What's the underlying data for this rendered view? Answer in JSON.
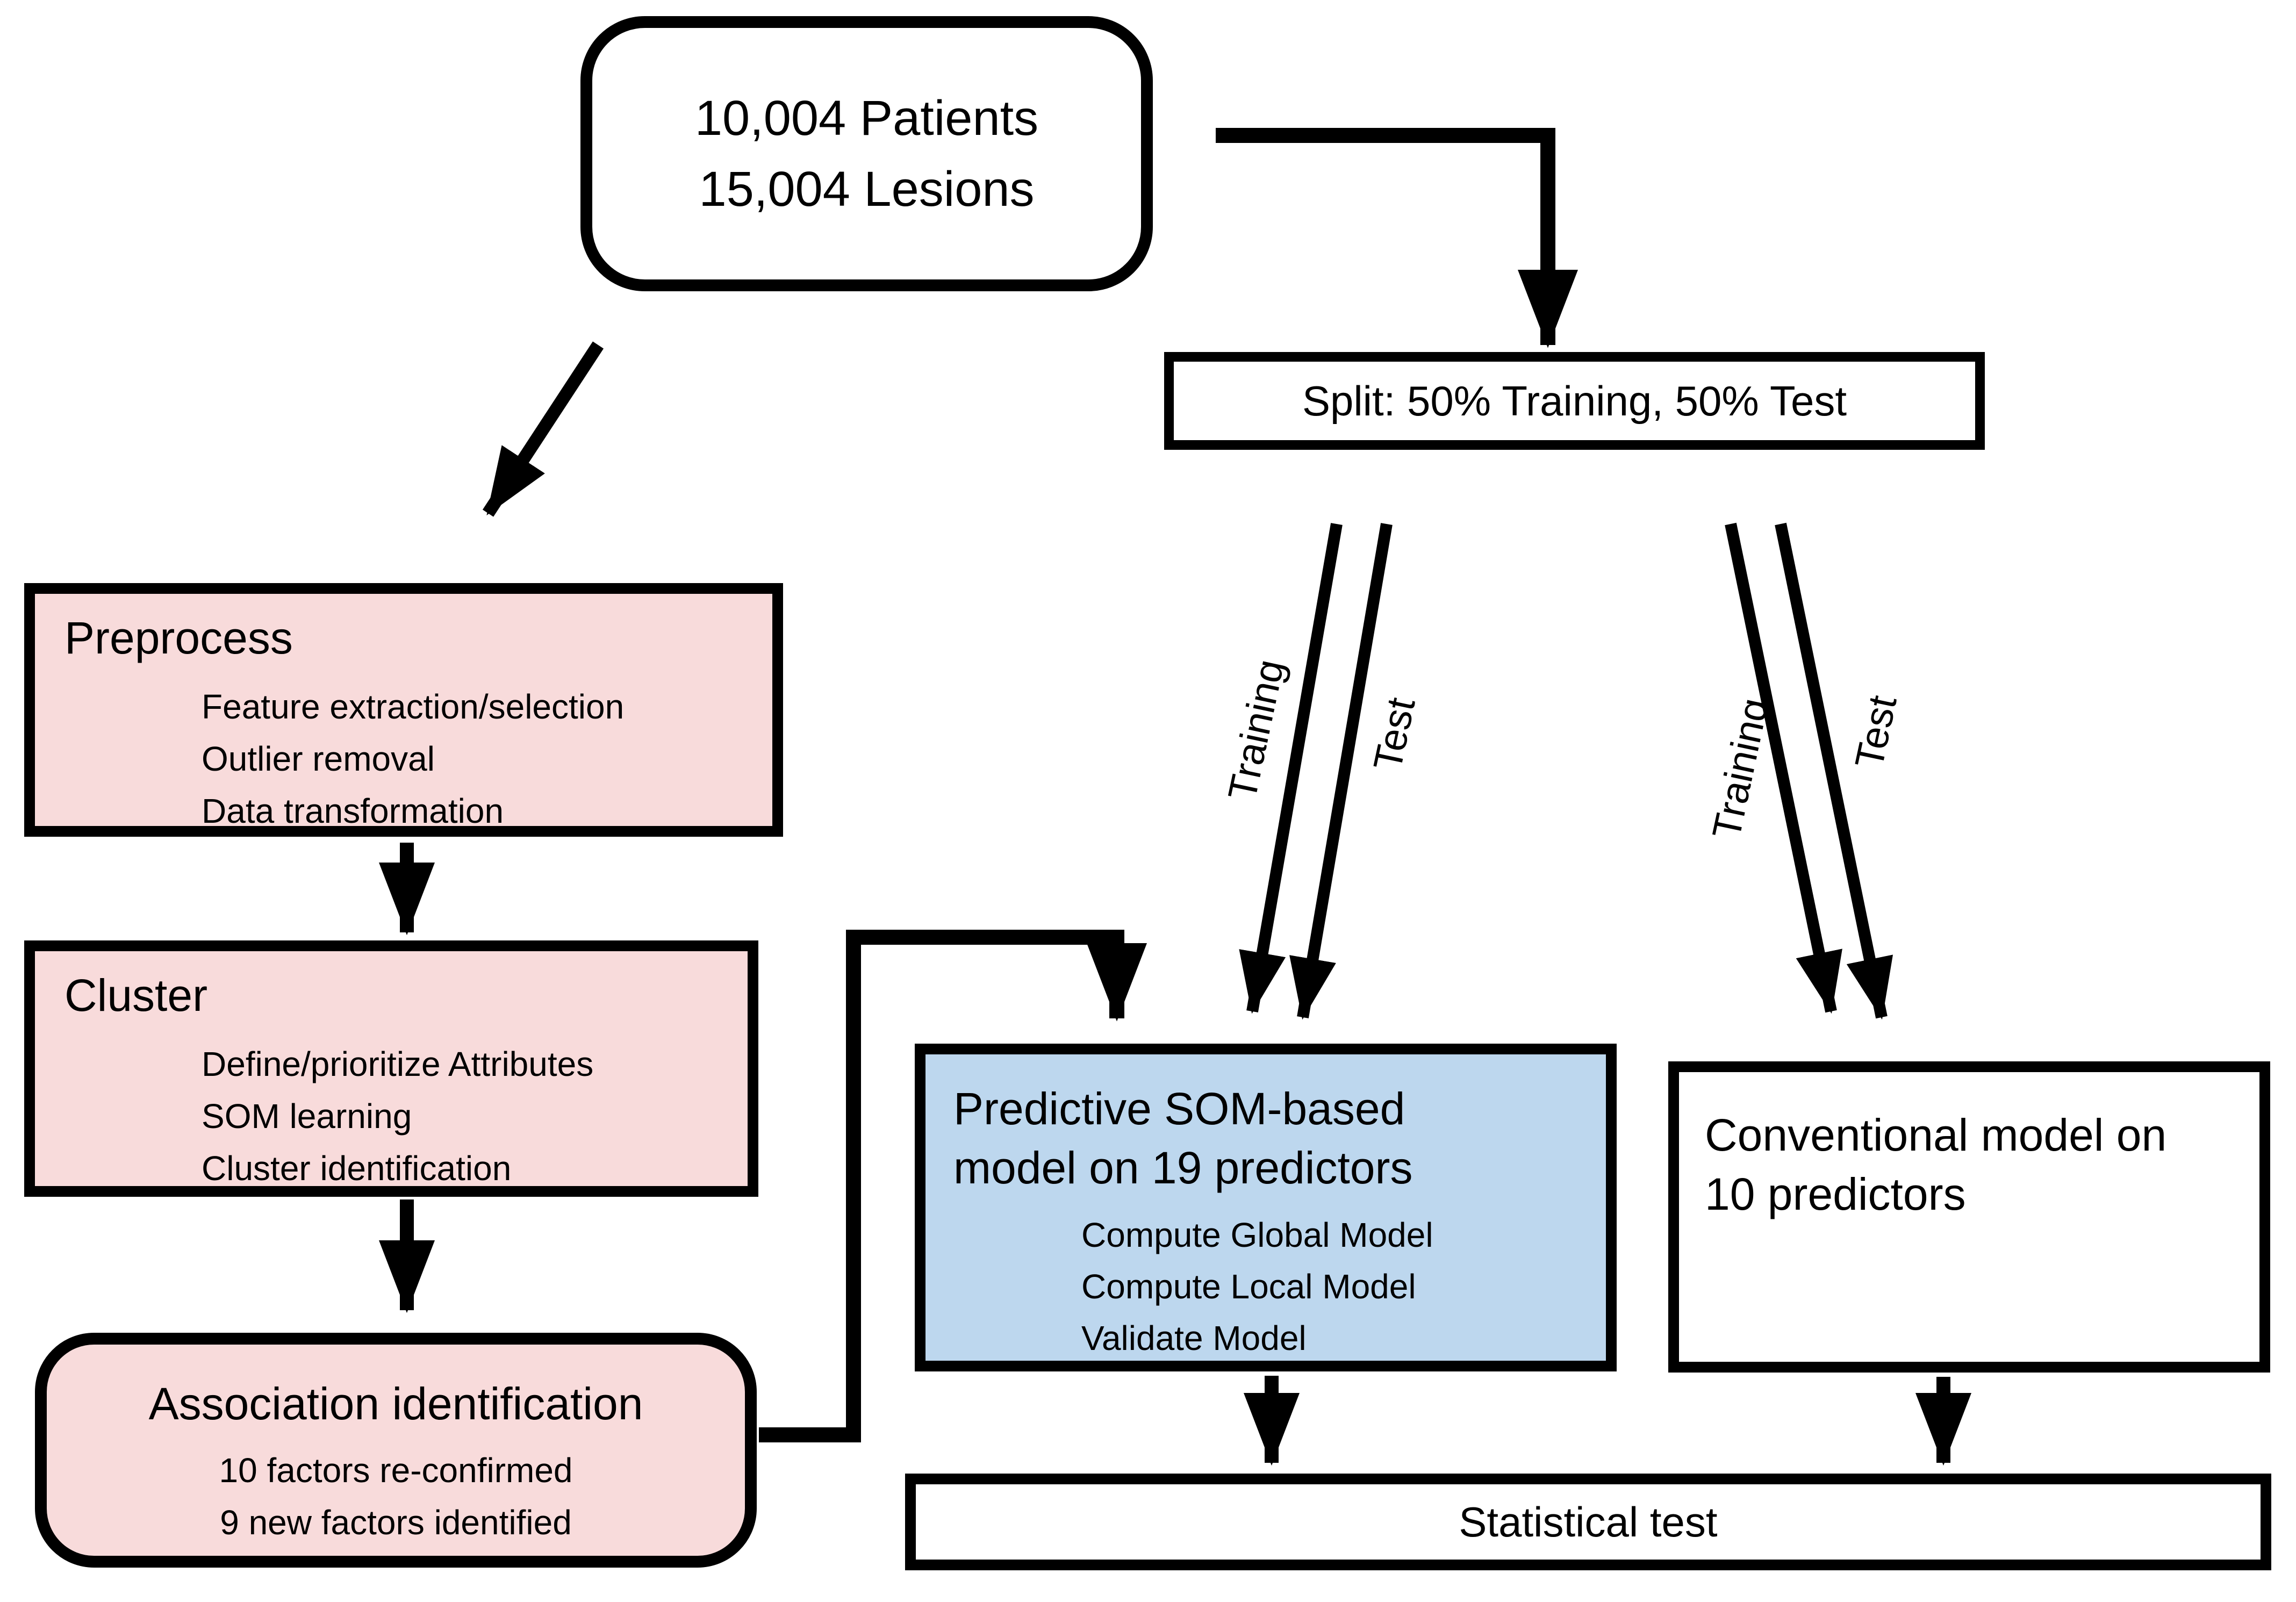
{
  "diagram": {
    "patient_box": {
      "line1": "10,004 Patients",
      "line2": "15,004 Lesions"
    },
    "split_box": {
      "label": "Split: 50% Training, 50% Test"
    },
    "preprocess_box": {
      "title": "Preprocess",
      "items": [
        "Feature extraction/selection",
        "Outlier removal",
        "Data transformation"
      ]
    },
    "cluster_box": {
      "title": "Cluster",
      "items": [
        "Define/prioritize Attributes",
        "SOM learning",
        "Cluster identification"
      ]
    },
    "association_box": {
      "title": "Association identification",
      "items": [
        "10 factors re-confirmed",
        "9 new factors identified"
      ]
    },
    "som_box": {
      "title_line1": "Predictive SOM-based",
      "title_line2": "model on 19 predictors",
      "items": [
        "Compute Global Model",
        "Compute Local Model",
        "Validate Model"
      ]
    },
    "conventional_box": {
      "title_line1": "Conventional model on",
      "title_line2": "10 predictors"
    },
    "statistical_box": {
      "label": "Statistical test"
    },
    "arrow_labels": {
      "left_training": "Training",
      "left_test": "Test",
      "right_training": "Training",
      "right_test": "Test"
    },
    "colors": {
      "pink_fill": "#F8DBDB",
      "blue_fill": "#BDD7EE",
      "line": "#000000",
      "background": "#FFFFFF"
    }
  }
}
